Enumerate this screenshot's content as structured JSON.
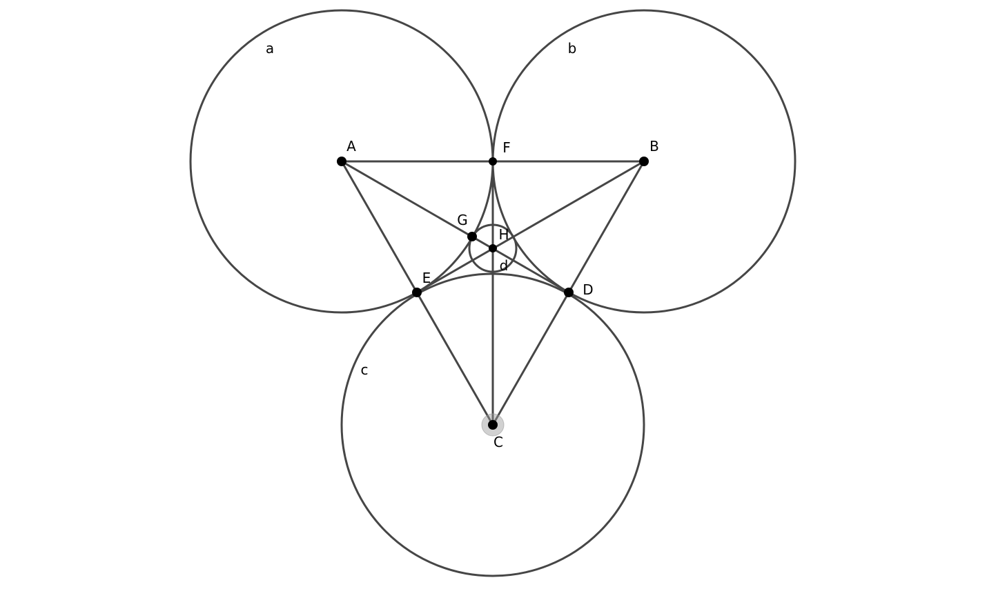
{
  "points": [
    {
      "id": "A",
      "label": "A"
    },
    {
      "id": "B",
      "label": "B"
    },
    {
      "id": "C",
      "label": "C"
    },
    {
      "id": "D",
      "label": "D"
    },
    {
      "id": "E",
      "label": "E"
    },
    {
      "id": "F",
      "label": "F"
    },
    {
      "id": "G",
      "label": "G"
    },
    {
      "id": "H",
      "label": "H"
    }
  ],
  "circles": [
    {
      "id": "a",
      "label": "a",
      "center": "A"
    },
    {
      "id": "b",
      "label": "b",
      "center": "B"
    },
    {
      "id": "c",
      "label": "c",
      "center": "C"
    },
    {
      "id": "d",
      "label": "d",
      "center": "H"
    }
  ],
  "segments": [
    [
      "A",
      "B"
    ],
    [
      "A",
      "C"
    ],
    [
      "B",
      "C"
    ],
    [
      "A",
      "D"
    ],
    [
      "B",
      "E"
    ],
    [
      "C",
      "F"
    ]
  ],
  "selected_point": "C",
  "colors": {
    "stroke": "#464646",
    "point": "#000000",
    "selection_halo": "#9a9a9a"
  }
}
